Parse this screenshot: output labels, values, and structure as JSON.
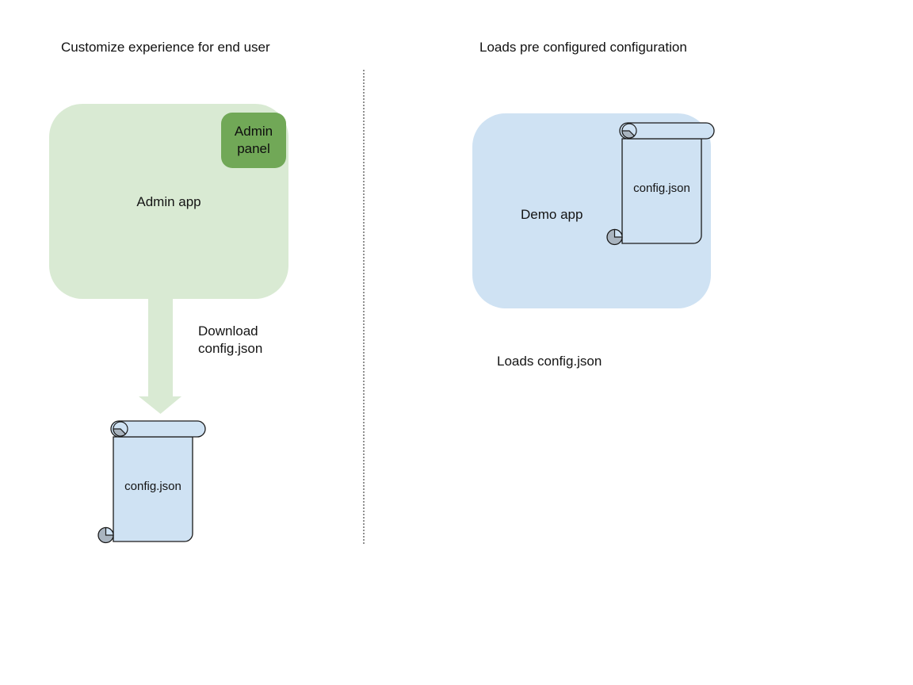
{
  "diagram": {
    "left": {
      "title": "Customize experience for end user",
      "admin_app_label": "Admin app",
      "admin_panel_label": "Admin panel",
      "arrow_caption": "Download config.json",
      "file_label": "config.json"
    },
    "right": {
      "title": "Loads pre configured configuration",
      "demo_app_label": "Demo app",
      "file_label": "config.json",
      "caption": "Loads config.json"
    }
  },
  "colors": {
    "light_green": "#d9ead3",
    "dark_green": "#71a857",
    "light_blue": "#cfe2f3",
    "curl_gray": "#a9b4bf",
    "outline": "#1a1a1a",
    "divider_gray": "#909090",
    "text": "#141414"
  }
}
